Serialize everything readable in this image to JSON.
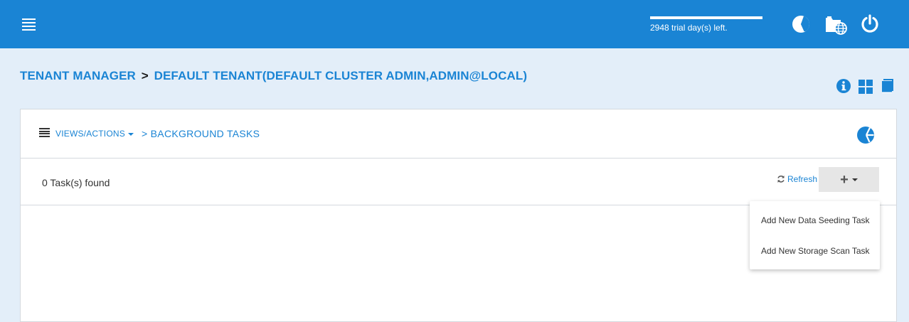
{
  "topbar": {
    "trial_text": "2948 trial day(s) left.",
    "background": "#1a84d4",
    "icons": [
      "menu-icon",
      "pie-chart-icon",
      "folder-globe-icon",
      "power-icon"
    ]
  },
  "breadcrumb": {
    "root": "TENANT MANAGER",
    "separator": ">",
    "current": "DEFAULT TENANT(DEFAULT CLUSTER ADMIN,ADMIN@LOCAL)"
  },
  "right_tools": [
    "info-icon",
    "grid-icon",
    "book-icon"
  ],
  "panel": {
    "views_actions_label": "VIEWS/ACTIONS",
    "section_label": "> BACKGROUND TASKS",
    "task_count": "0 Task(s) found",
    "refresh_label": "Refresh",
    "add_label": "+"
  },
  "dropdown": {
    "items": [
      "Add New Data Seeding Task",
      "Add New Storage Scan Task"
    ]
  },
  "colors": {
    "accent": "#1a84d4",
    "page_background": "#e3eef9"
  }
}
